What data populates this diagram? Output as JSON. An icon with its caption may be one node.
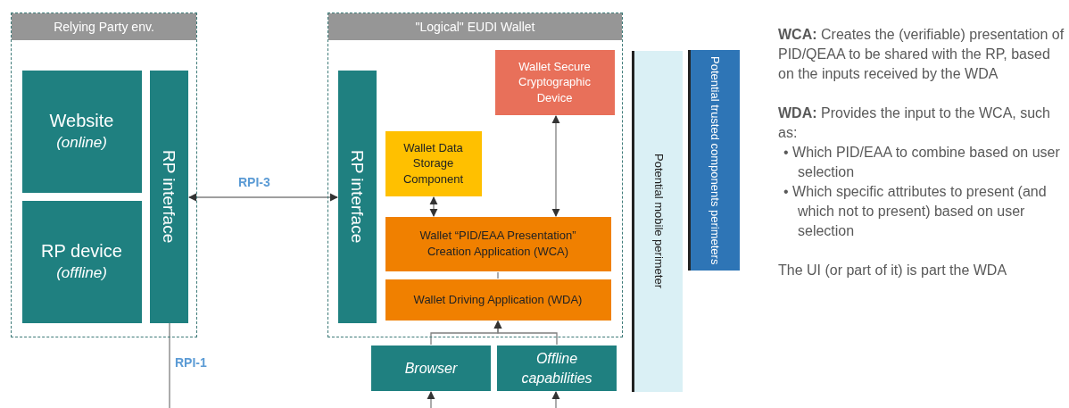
{
  "diagram": {
    "nodes": [
      {
        "text": [
          "Relying Party env."
        ]
      },
      {
        "text": [
          "Website",
          "(online)"
        ],
        "in": 0
      },
      {
        "text": [
          "RP device",
          "(offline)"
        ],
        "in": 0
      },
      {
        "text": [
          "RP interface"
        ],
        "in": 0
      },
      {
        "text": [
          "\"Logical\"  EUDI Wallet"
        ]
      },
      {
        "text": [
          "RP interface"
        ],
        "in": 4
      },
      {
        "text": [
          "Wallet Secure Cryptographic Device"
        ],
        "in": 4
      },
      {
        "text": [
          "Wallet Data Storage Component"
        ],
        "in": 4
      },
      {
        "text": [
          "Wallet “PID/EAA Presentation” Creation Application (WCA)"
        ],
        "in": 4
      },
      {
        "text": [
          "Wallet Driving Application (WDA)"
        ],
        "in": 4
      },
      {
        "text": [
          "Browser"
        ]
      },
      {
        "text": [
          "Offline capabilities"
        ]
      },
      {
        "text": [
          "Potential mobile perimeter"
        ]
      },
      {
        "text": [
          "Potential trusted components perimeters"
        ]
      }
    ],
    "edges": [
      {
        "from": 5,
        "to": 3,
        "arrow": "both",
        "label": "RPI-3"
      },
      {
        "from": 3,
        "to": null,
        "arrow": "none",
        "label": "RPI-1"
      },
      {
        "from": 7,
        "to": 8,
        "arrow": "both"
      },
      {
        "from": 6,
        "to": 8,
        "arrow": "both"
      },
      {
        "from": 8,
        "to": 9,
        "arrow": "none"
      },
      {
        "from": 10,
        "to": 9,
        "arrow": "to"
      },
      {
        "from": 11,
        "to": 9,
        "arrow": "to"
      },
      {
        "from": null,
        "to": 10,
        "arrow": "to"
      },
      {
        "from": null,
        "to": 11,
        "arrow": "to"
      }
    ],
    "labels": [
      "**WCA:** Creates the (verifiable) presentation of PID/QEAA to be shared with the RP, based on the inputs received by the WDA",
      "**WDA:** Provides the input to the WCA, such as:",
      "• Which PID/EAA to combine based on user selection",
      "• Which specific attributes to present (and which not to present) based on user selection",
      "The UI (or part of it) is part the WDA"
    ]
  }
}
